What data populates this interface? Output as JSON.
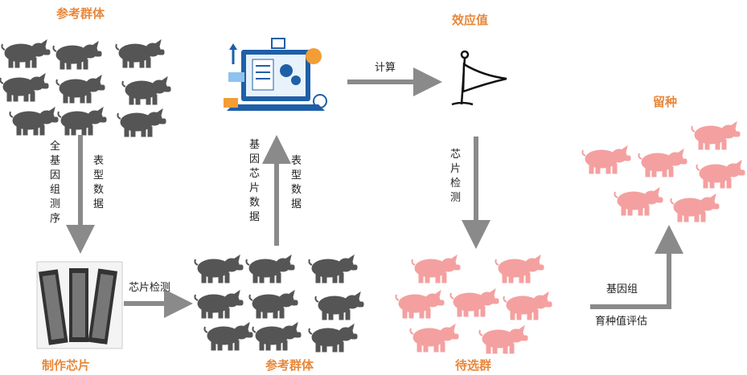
{
  "titles": {
    "reference_population_top": "参考群体",
    "make_chip": "制作芯片",
    "reference_population_bottom": "参考群体",
    "effect_value": "效应值",
    "candidate_population": "待选群",
    "retain_breed": "留种"
  },
  "labels": {
    "wgs_vertical": [
      "全",
      "基",
      "因",
      "组",
      "测",
      "序"
    ],
    "phenotype_vertical_left": [
      "表",
      "型",
      "数",
      "据"
    ],
    "chip_detect": "芯片检测",
    "genome_chip_data_vertical": [
      "基",
      "因",
      "芯",
      "片",
      "数",
      "据"
    ],
    "phenotype_vertical_mid": [
      "表",
      "型",
      "数",
      "据"
    ],
    "calculate": "计算",
    "chip_detect_vertical": [
      "芯",
      "片",
      "检",
      "测"
    ],
    "genomic": "基因组",
    "breeding_value_eval": "育种值评估"
  },
  "colors": {
    "title": "#e8873a",
    "dark_pig": "#555555",
    "pink_pig": "#f4a0a0",
    "arrow": "#8a8a8a"
  }
}
